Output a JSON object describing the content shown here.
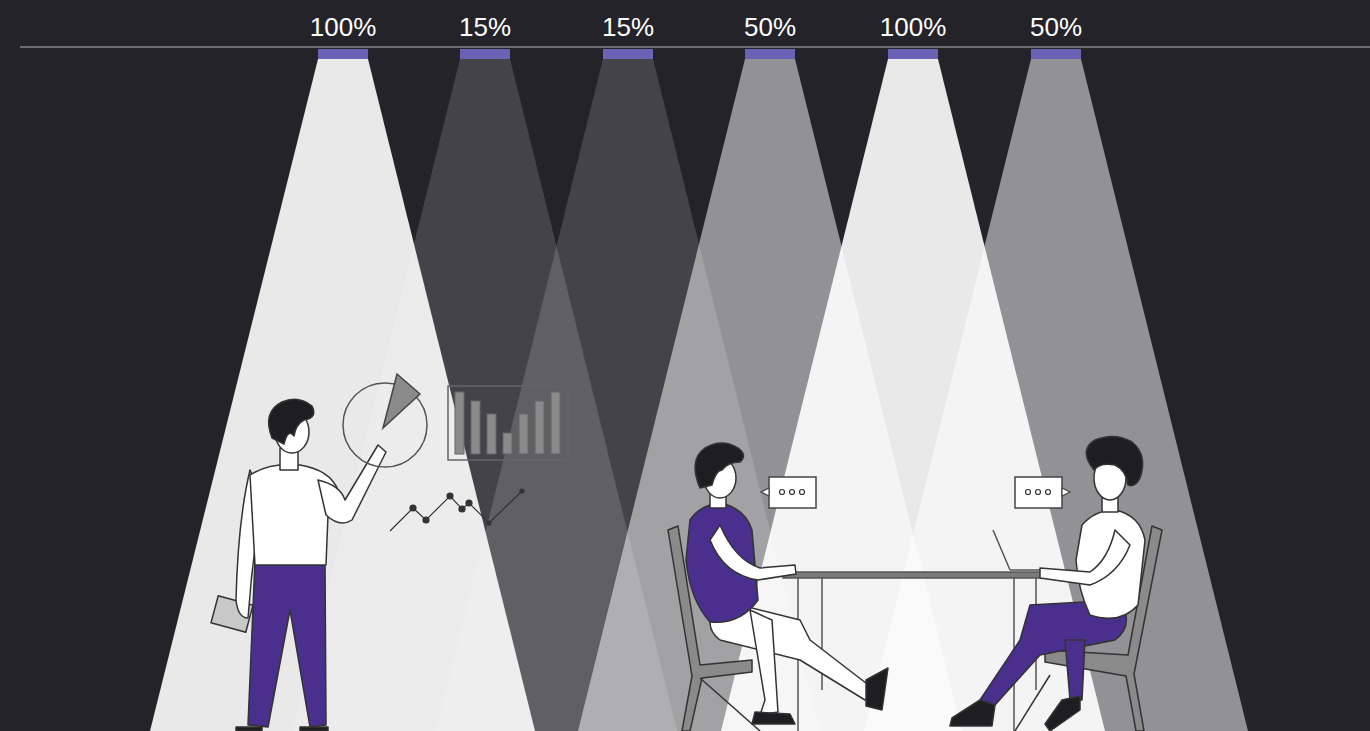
{
  "diagram": {
    "labels": [
      "100%",
      "15%",
      "15%",
      "50%",
      "100%",
      "50%"
    ]
  }
}
